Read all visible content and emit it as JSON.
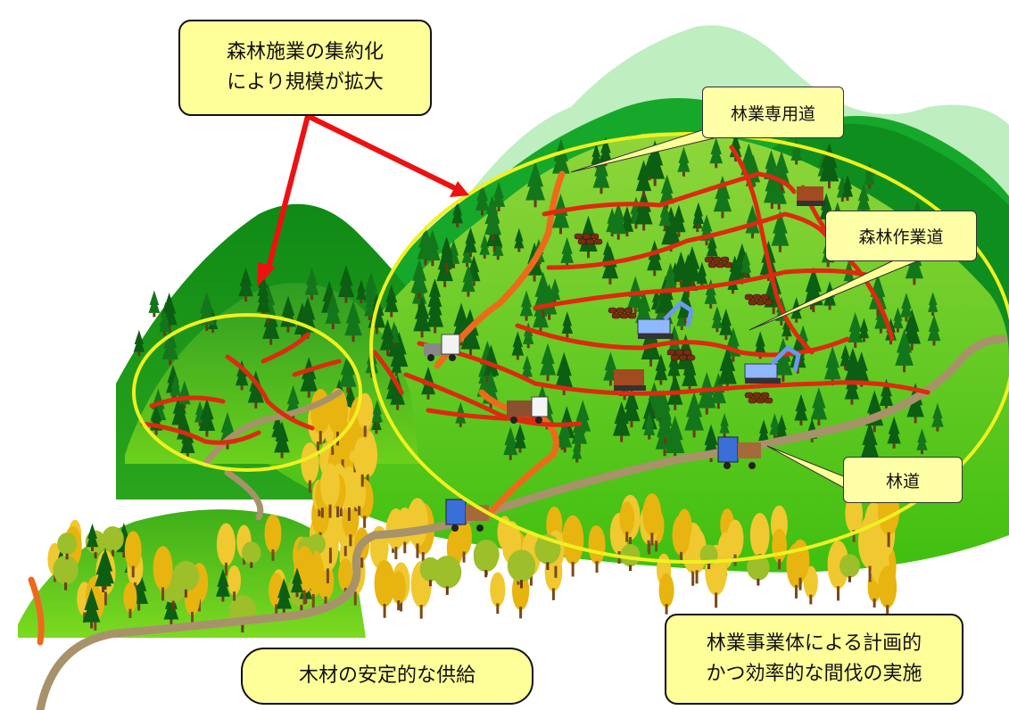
{
  "callouts": {
    "consolidation": {
      "lines": [
        "森林施業の集約化",
        "により規模が拡大"
      ]
    },
    "forestry_road_dedicated": {
      "text": "林業専用道"
    },
    "work_road": {
      "text": "森林作業道"
    },
    "forest_road": {
      "text": "林道"
    },
    "planned_thinning": {
      "lines": [
        "林業事業体による計画的",
        "かつ効率的な間伐の実施"
      ]
    },
    "stable_supply": {
      "text": "木材の安定的な供給"
    }
  },
  "colors": {
    "callout_fill": "#ffff99",
    "arrow": "#ee1111",
    "focus_ring": "#f0f020",
    "work_road": "#dd2a10",
    "dedicated_road": "#ee6a1a",
    "forest_road": "#a8926a"
  }
}
